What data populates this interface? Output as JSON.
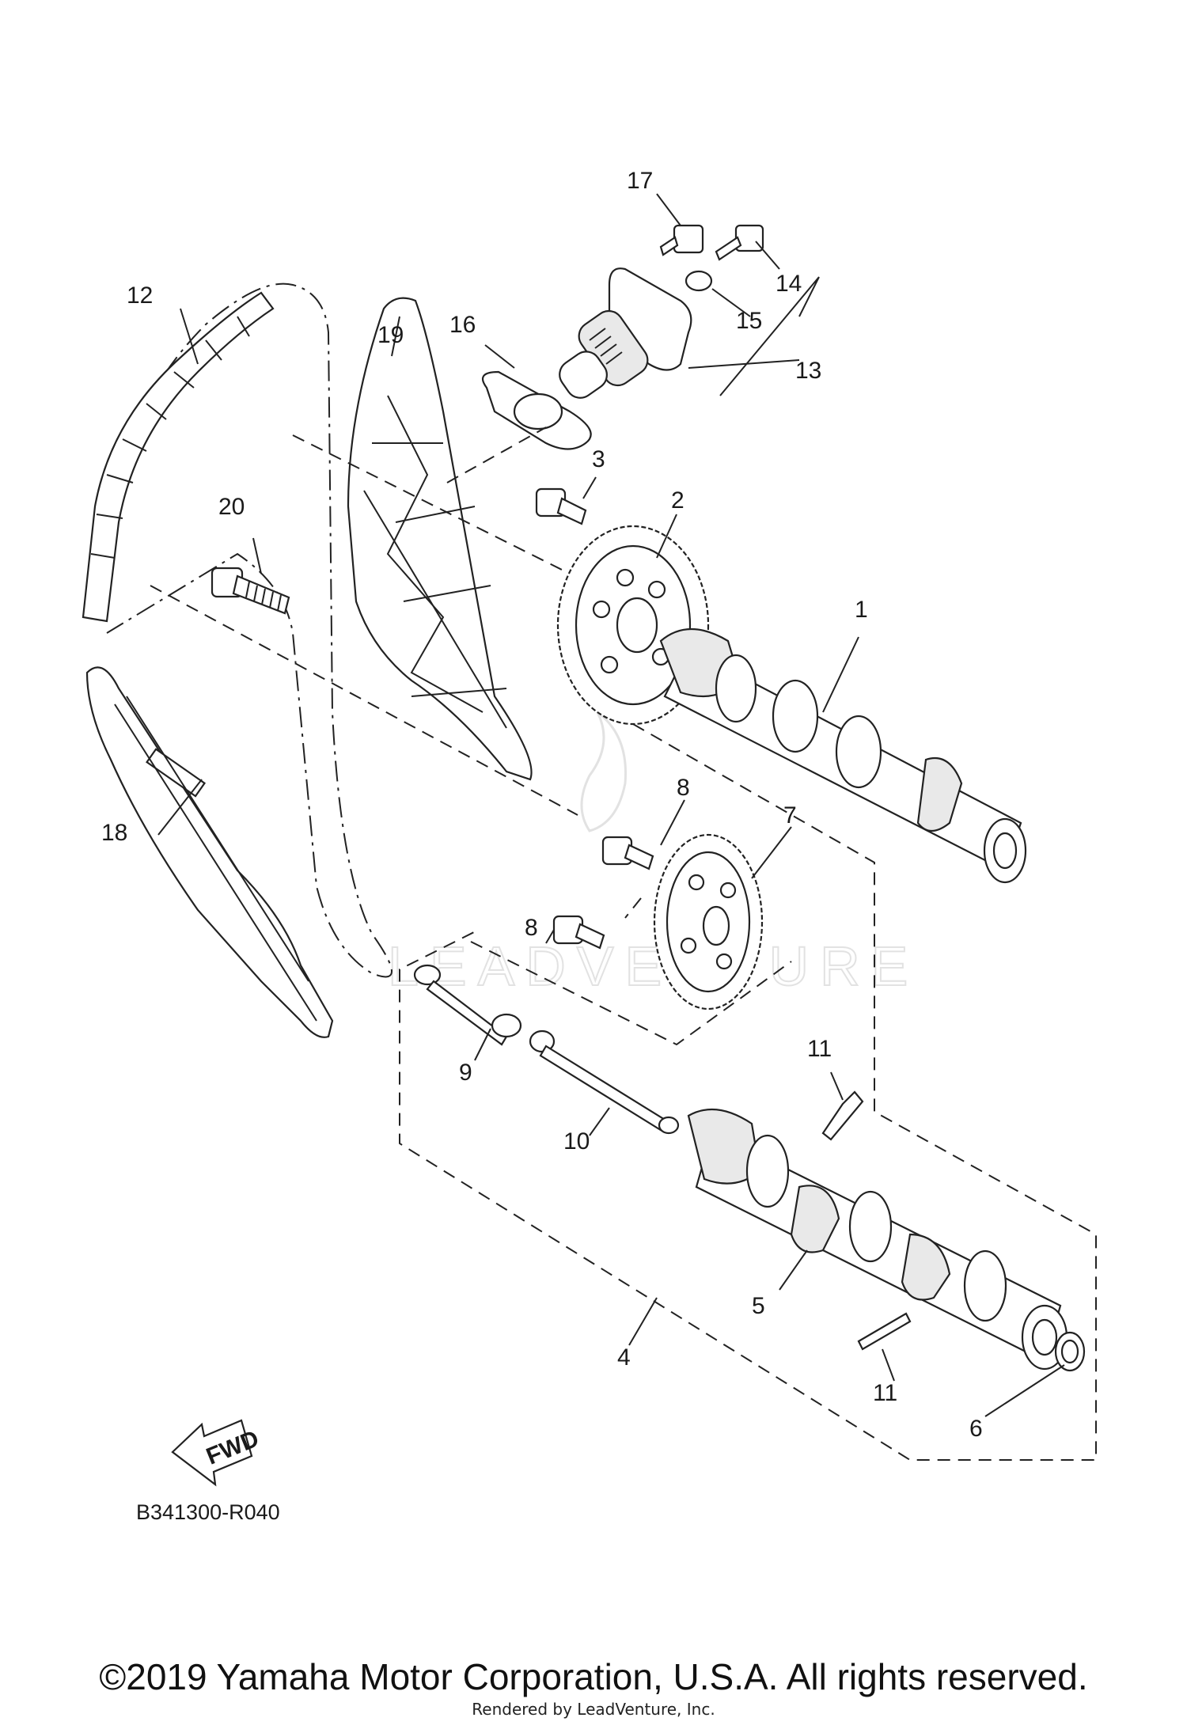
{
  "diagram": {
    "callouts": [
      "1",
      "2",
      "3",
      "4",
      "5",
      "6",
      "7",
      "8",
      "8",
      "9",
      "10",
      "11",
      "11",
      "12",
      "13",
      "14",
      "15",
      "16",
      "17",
      "18",
      "19",
      "20"
    ],
    "part_code": "B341300-R040",
    "fwd_label": "FWD",
    "watermark": "LEADVENTURE"
  },
  "footer": {
    "copyright": "©2019 Yamaha Motor Corporation, U.S.A. All rights reserved.",
    "rendered_by": "Rendered by LeadVenture, Inc."
  }
}
